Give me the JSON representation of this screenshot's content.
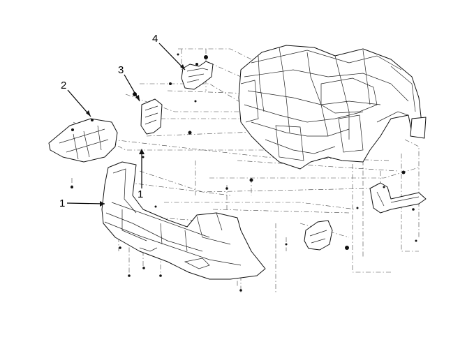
{
  "callouts": [
    {
      "id": "1",
      "text": "1",
      "part": "rear-bumper-cover"
    },
    {
      "id": "1b",
      "text": "1",
      "part": "rear-bumper-cover"
    },
    {
      "id": "2",
      "text": "2",
      "part": "bumper-lower-shield"
    },
    {
      "id": "3",
      "text": "3",
      "part": "bumper-side-bracket"
    },
    {
      "id": "4",
      "text": "4",
      "part": "bumper-upper-bracket"
    }
  ],
  "colors": {
    "line": "#111111",
    "background": "#ffffff"
  }
}
